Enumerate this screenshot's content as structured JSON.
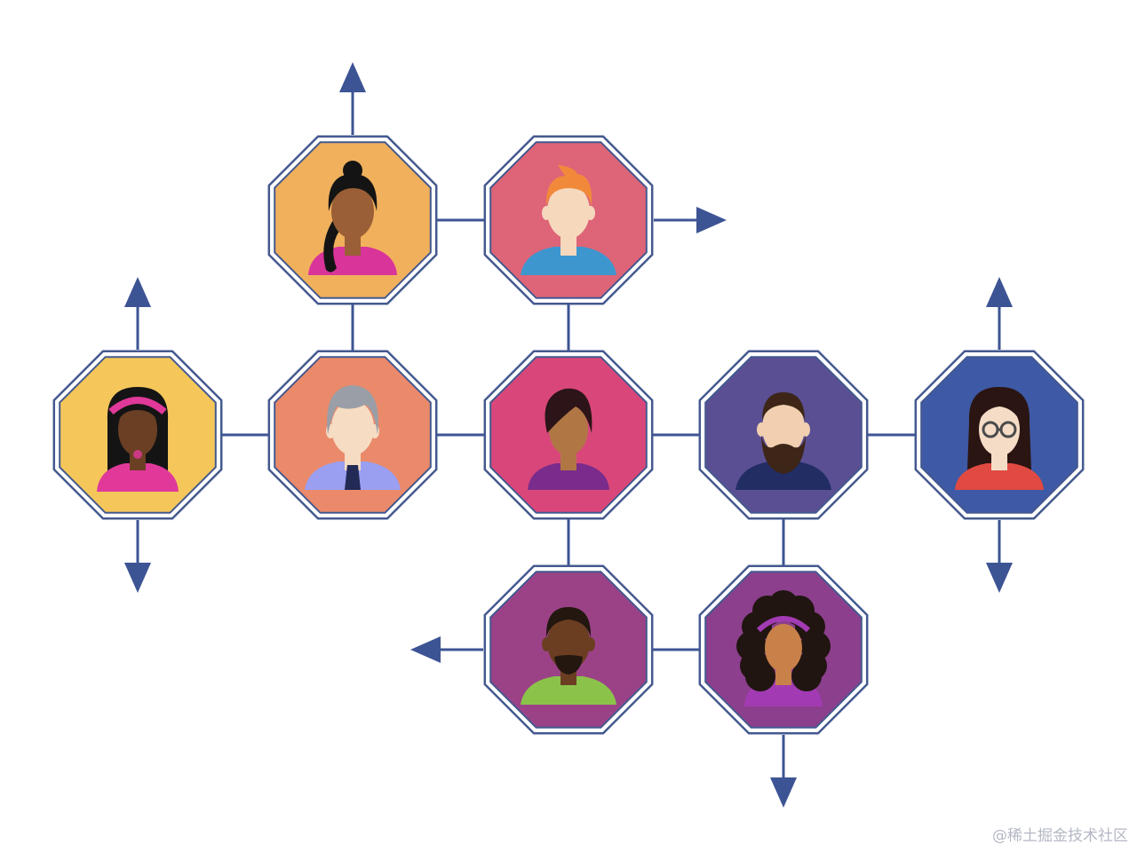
{
  "colors": {
    "line": "#3d5494",
    "octagon_stroke": "#44598f",
    "background": "#ffffff"
  },
  "nodes": [
    {
      "id": "n1",
      "bg": "#f0b05c",
      "avatar": "woman-ponytail",
      "skin": "#9a5f36",
      "hair": "#141414",
      "shirt": "#d9349a"
    },
    {
      "id": "n2",
      "bg": "#de6478",
      "avatar": "man-redhead",
      "skin": "#f6d8bd",
      "hair": "#f08a3a",
      "shirt": "#3e96cf"
    },
    {
      "id": "n3",
      "bg": "#f5c75a",
      "avatar": "woman-headband",
      "skin": "#6b3f24",
      "hair": "#141414",
      "shirt": "#e0399a"
    },
    {
      "id": "n4",
      "bg": "#ea8a6b",
      "avatar": "man-gray-hair-tie",
      "skin": "#f6dcc2",
      "hair": "#9a9ea6",
      "shirt": "#9a9ff2"
    },
    {
      "id": "n5",
      "bg": "#d9477a",
      "avatar": "woman-short-hair",
      "skin": "#b07745",
      "hair": "#2c1418",
      "shirt": "#7a2c8c"
    },
    {
      "id": "n6",
      "bg": "#5a4f93",
      "avatar": "man-beard",
      "skin": "#f1cfb0",
      "hair": "#3d2618",
      "shirt": "#222d64"
    },
    {
      "id": "n7",
      "bg": "#3e59a5",
      "avatar": "woman-glasses",
      "skin": "#f4dcc7",
      "hair": "#2b1512",
      "shirt": "#e04a42"
    },
    {
      "id": "n8",
      "bg": "#9b4287",
      "avatar": "man-goatee",
      "skin": "#6b3e22",
      "hair": "#231710",
      "shirt": "#8bc34a"
    },
    {
      "id": "n9",
      "bg": "#8c3f8d",
      "avatar": "woman-curly",
      "skin": "#c9814a",
      "hair": "#201510",
      "shirt": "#a23bb3"
    }
  ],
  "connections": [
    [
      "n1",
      "n2"
    ],
    [
      "n1",
      "n4"
    ],
    [
      "n2",
      "n5"
    ],
    [
      "n3",
      "n4"
    ],
    [
      "n4",
      "n5"
    ],
    [
      "n5",
      "n6"
    ],
    [
      "n6",
      "n7"
    ],
    [
      "n5",
      "n8"
    ],
    [
      "n6",
      "n9"
    ],
    [
      "n8",
      "n9"
    ]
  ],
  "arrows": [
    {
      "from": "n1",
      "direction": "up"
    },
    {
      "from": "n2",
      "direction": "right"
    },
    {
      "from": "n3",
      "direction": "up"
    },
    {
      "from": "n3",
      "direction": "down"
    },
    {
      "from": "n7",
      "direction": "up"
    },
    {
      "from": "n7",
      "direction": "down"
    },
    {
      "from": "n8",
      "direction": "left"
    },
    {
      "from": "n9",
      "direction": "down"
    }
  ],
  "watermark": "@稀土掘金技术社区"
}
